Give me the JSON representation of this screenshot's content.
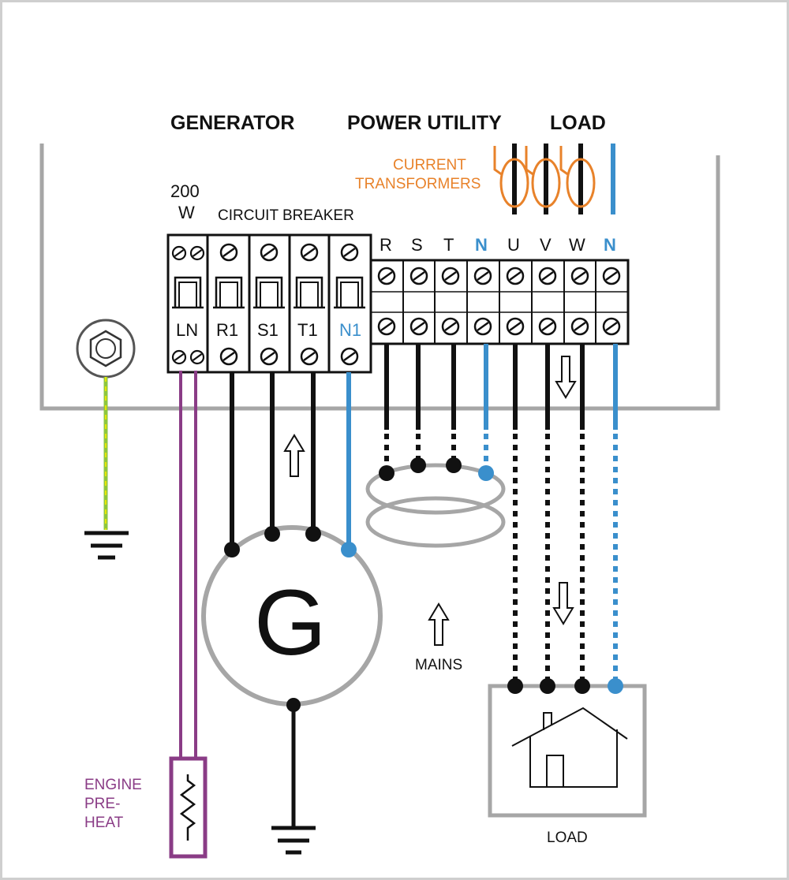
{
  "headers": {
    "generator": "GENERATOR",
    "power_utility": "POWER UTILITY",
    "load": "LOAD"
  },
  "current_transformers": {
    "line1": "CURRENT",
    "line2": "TRANSFORMERS"
  },
  "power_rating": {
    "line1": "200",
    "line2": "W"
  },
  "circuit_breaker_label": "CIRCUIT BREAKER",
  "breaker_terminals": [
    "LN",
    "R1",
    "S1",
    "T1",
    "N1"
  ],
  "top_terminals": [
    "R",
    "S",
    "T",
    "N",
    "U",
    "V",
    "W",
    "N"
  ],
  "generator_symbol": "G",
  "mains_label": "MAINS",
  "load_box_label": "LOAD",
  "engine_preheat": {
    "line1": "ENGINE",
    "line2": "PRE-",
    "line3": "HEAT"
  },
  "colors": {
    "neutral_blue": "#3a8fcc",
    "orange": "#e8822a",
    "purple": "#8a3c86",
    "ground_green": "#8dc63f",
    "ground_yellow": "#e6e600",
    "gray": "#a6a6a6",
    "black": "#111111"
  }
}
